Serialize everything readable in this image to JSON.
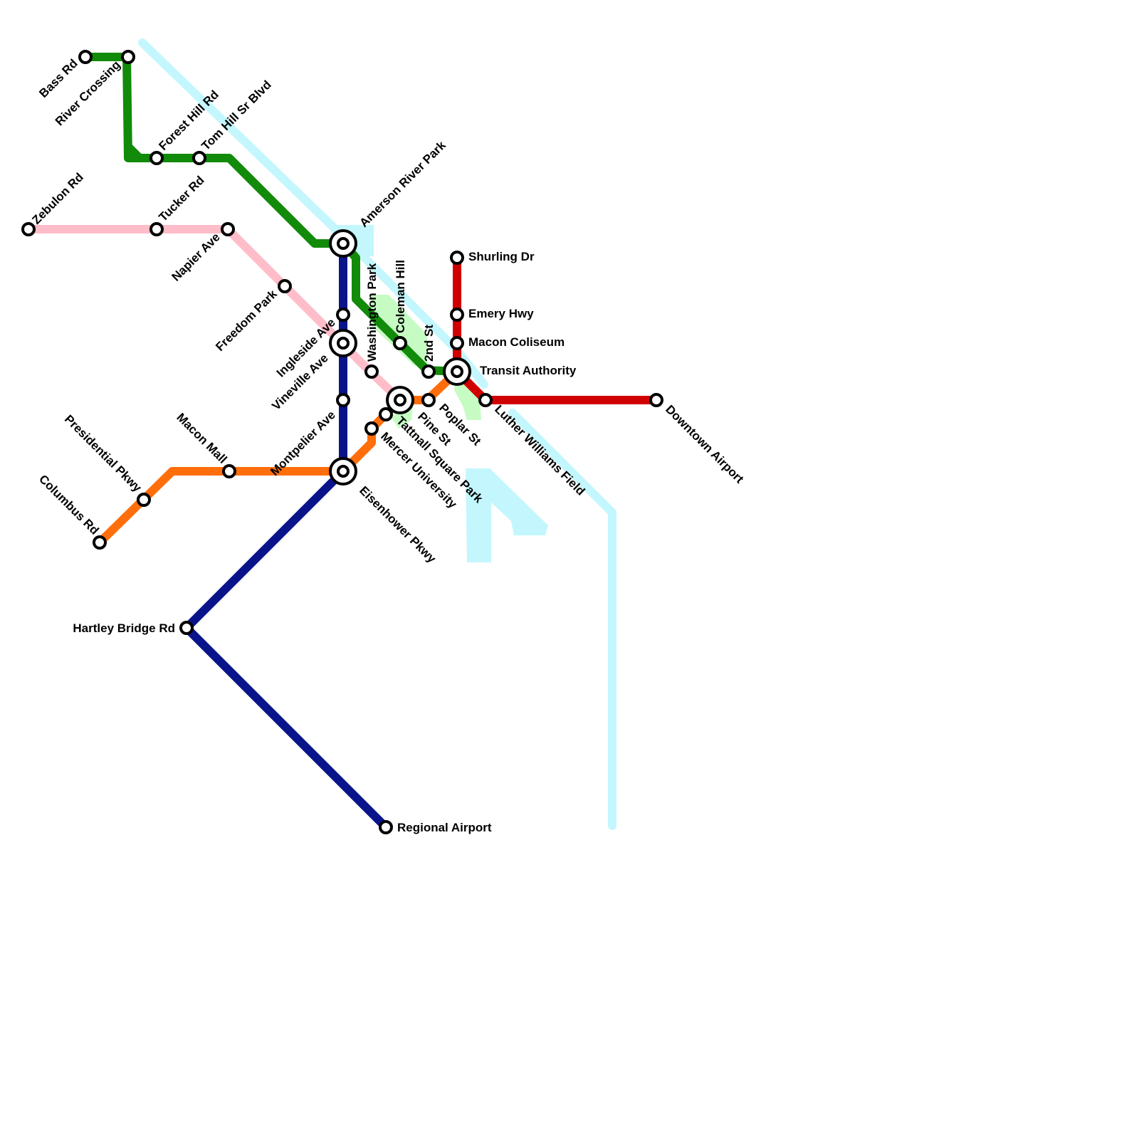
{
  "colors": {
    "green": "#128a0a",
    "pink": "#ffbcc9",
    "navy": "#0a148a",
    "orange": "#ff6e0a",
    "red": "#d10000",
    "water": "#c3f7fd",
    "park": "#c7fbc4"
  },
  "stations": {
    "bass_rd": "Bass Rd",
    "river_crossing": "River Crossing",
    "forest_hill_rd": "Forest Hill Rd",
    "tom_hill_sr_blvd": "Tom Hill Sr Blvd",
    "zebulon_rd": "Zebulon Rd",
    "tucker_rd": "Tucker Rd",
    "napier_ave": "Napier Ave",
    "freedom_park": "Freedom Park",
    "amerson_river_park": "Amerson River Park",
    "ingleside_ave": "Ingleside Ave",
    "vineville_ave": "Vineville Ave",
    "washington_park": "Washington Park",
    "coleman_hill": "Coleman Hill",
    "second_st": "2nd St",
    "shurling_dr": "Shurling Dr",
    "emery_hwy": "Emery Hwy",
    "macon_coliseum": "Macon Coliseum",
    "transit_authority": "Transit Authority",
    "montpelier_ave": "Montpelier Ave",
    "pine_st": "Pine St",
    "poplar_st": "Poplar St",
    "luther_williams_field": "Luther Williams Field",
    "downtown_airport": "Downtown Airport",
    "tattnall_square_park": "Tattnall Square Park",
    "mercer_university": "Mercer University",
    "eisenhower_pkwy": "Eisenhower Pkwy",
    "presidential_pkwy": "Presidential Pkwy",
    "macon_mall": "Macon Mall",
    "columbus_rd": "Columbus Rd",
    "hartley_bridge_rd": "Hartley Bridge Rd",
    "regional_airport": "Regional Airport"
  }
}
